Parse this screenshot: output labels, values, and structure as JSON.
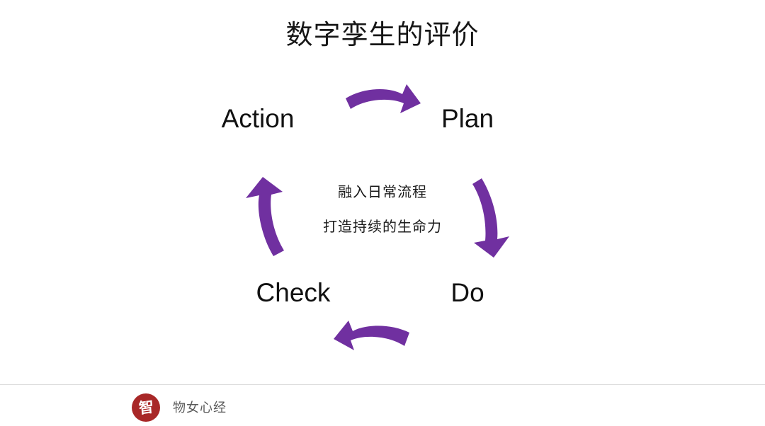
{
  "slide": {
    "title": "数字孪生的评价",
    "background_color": "#ffffff",
    "accent_color": "#7030a0",
    "text_color": "#111111"
  },
  "cycle": {
    "name": "PDCA cycle",
    "stages": [
      {
        "label": "Action",
        "position": "top-left"
      },
      {
        "label": "Plan",
        "position": "top-right"
      },
      {
        "label": "Do",
        "position": "bottom-right"
      },
      {
        "label": "Check",
        "position": "bottom-left"
      }
    ],
    "arrows": [
      {
        "name": "arrow-top",
        "direction": "right",
        "color": "#7030a0"
      },
      {
        "name": "arrow-right",
        "direction": "down",
        "color": "#7030a0"
      },
      {
        "name": "arrow-bottom",
        "direction": "left",
        "color": "#7030a0"
      },
      {
        "name": "arrow-left",
        "direction": "up",
        "color": "#7030a0"
      }
    ],
    "center_lines": [
      "融入日常流程",
      "打造持续的生命力"
    ]
  },
  "footer": {
    "logo_glyph": "智",
    "logo_color": "#a82727",
    "name": "物女心经"
  }
}
